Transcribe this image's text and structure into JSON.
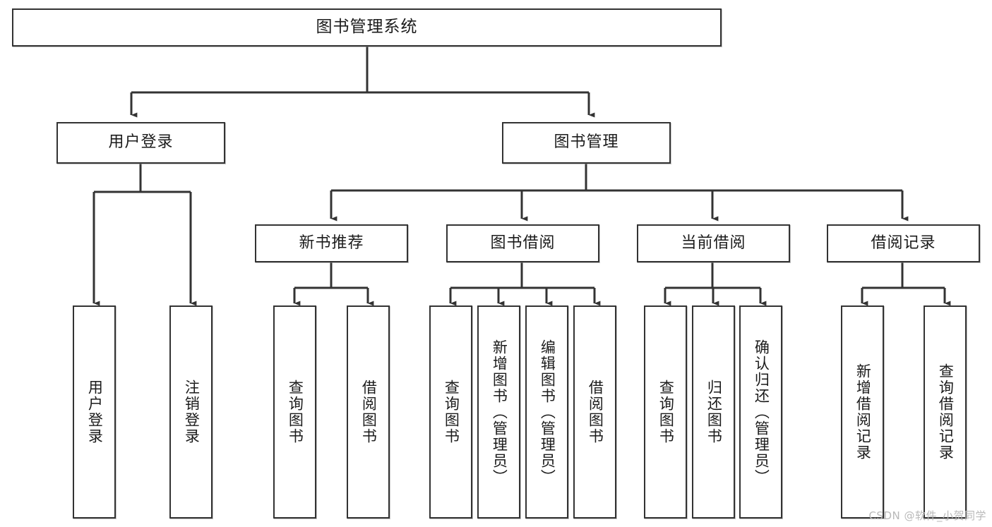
{
  "diagram": {
    "title": "图书管理系统",
    "type": "tree",
    "orientation": "top-down",
    "arrow_style": "filled-triangle",
    "colors": {
      "background": "#ffffff",
      "node_fill": "#ffffff",
      "node_border": "#333333",
      "edge": "#333333",
      "text": "#1b1b1b",
      "watermark": "#b9b9b9"
    },
    "watermark": "CSDN @软件_小贺同学"
  },
  "nodes": {
    "root": {
      "label": "图书管理系统",
      "level": 1
    },
    "level2": [
      {
        "id": "user-login",
        "label": "用户登录"
      },
      {
        "id": "book-manage",
        "label": "图书管理"
      }
    ],
    "level3": [
      {
        "id": "new-book-rec",
        "label": "新书推荐",
        "parent": "book-manage"
      },
      {
        "id": "book-borrow",
        "label": "图书借阅",
        "parent": "book-manage"
      },
      {
        "id": "current-borrow",
        "label": "当前借阅",
        "parent": "book-manage"
      },
      {
        "id": "borrow-record",
        "label": "借阅记录",
        "parent": "book-manage"
      }
    ],
    "leaves": [
      {
        "id": "leaf-user-login",
        "label": "用户登录",
        "parent": "user-login"
      },
      {
        "id": "leaf-logout",
        "label": "注销登录",
        "parent": "user-login"
      },
      {
        "id": "leaf-query-book-1",
        "label": "查询图书",
        "parent": "new-book-rec"
      },
      {
        "id": "leaf-borrow-book-1",
        "label": "借阅图书",
        "parent": "new-book-rec"
      },
      {
        "id": "leaf-query-book-2",
        "label": "查询图书",
        "parent": "book-borrow"
      },
      {
        "id": "leaf-add-book",
        "label": "新增图书（管理员）",
        "parent": "book-borrow"
      },
      {
        "id": "leaf-edit-book",
        "label": "编辑图书（管理员）",
        "parent": "book-borrow"
      },
      {
        "id": "leaf-borrow-book-2",
        "label": "借阅图书",
        "parent": "book-borrow"
      },
      {
        "id": "leaf-query-book-3",
        "label": "查询图书",
        "parent": "current-borrow"
      },
      {
        "id": "leaf-return-book",
        "label": "归还图书",
        "parent": "current-borrow"
      },
      {
        "id": "leaf-confirm-return",
        "label": "确认归还（管理员）",
        "parent": "current-borrow"
      },
      {
        "id": "leaf-add-record",
        "label": "新增借阅记录",
        "parent": "borrow-record"
      },
      {
        "id": "leaf-query-record",
        "label": "查询借阅记录",
        "parent": "borrow-record"
      }
    ]
  }
}
